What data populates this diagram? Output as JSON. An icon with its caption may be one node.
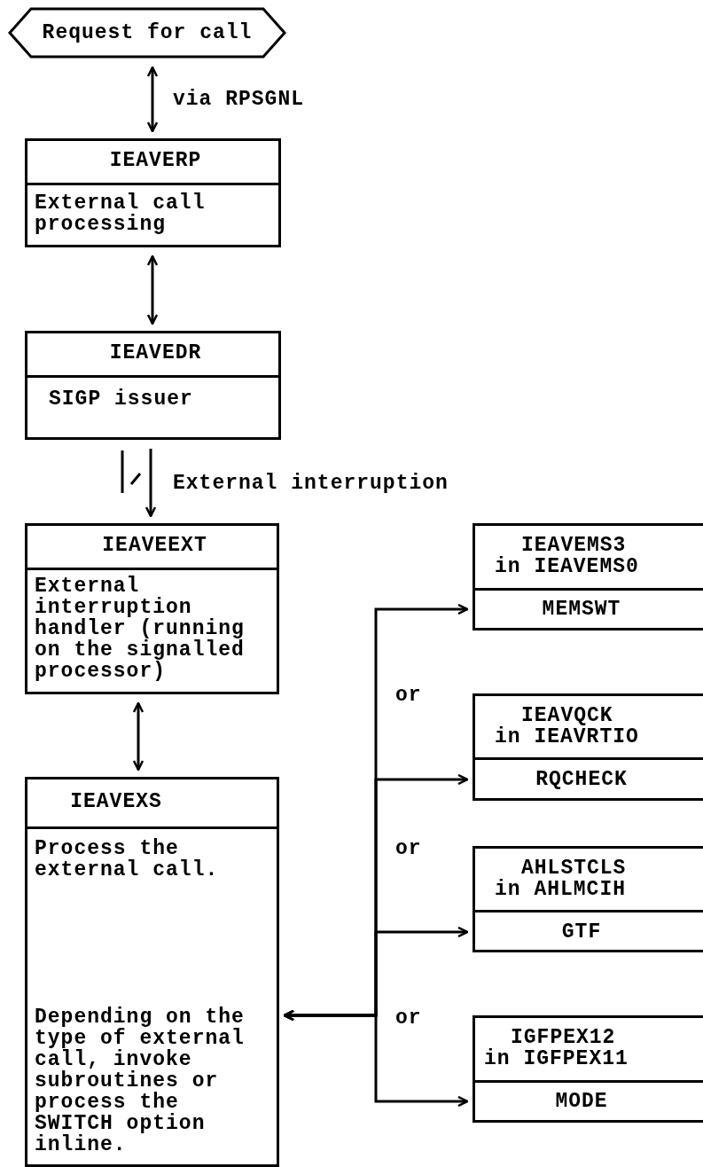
{
  "diagram": {
    "nodes": [
      {
        "text": [
          "Request for call"
        ]
      },
      {
        "text": [
          "IEAVERP",
          "External call processing"
        ]
      },
      {
        "text": [
          "IEAVEDR",
          "SIGP issuer"
        ]
      },
      {
        "text": [
          "IEAVEEXT",
          "External interruption handler (running on the signalled processor)"
        ]
      },
      {
        "text": [
          "IEAVEXS",
          "Process the external call.",
          "Depending on the type of external call, invoke subroutines or process the SWITCH option inline."
        ]
      },
      {
        "text": [
          "IEAVEMS3 in IEAVEMS0",
          "MEMSWT"
        ]
      },
      {
        "text": [
          "IEAVQCK in IEAVRTIO",
          "RQCHECK"
        ]
      },
      {
        "text": [
          "AHLSTCLS in AHLMCIH",
          "GTF"
        ]
      },
      {
        "text": [
          "IGFPEX12 in IGFPEX11",
          "MODE"
        ]
      }
    ],
    "edges": [
      {
        "from": 0,
        "to": 1,
        "arrow": "both",
        "label": "via RPSGNL"
      },
      {
        "from": 1,
        "to": 2,
        "arrow": "both"
      },
      {
        "from": 2,
        "to": 3,
        "arrow": "to",
        "label": "External interruption"
      },
      {
        "from": 3,
        "to": 4,
        "arrow": "both"
      },
      {
        "from": 4,
        "to": 5,
        "arrow": "both"
      },
      {
        "from": 4,
        "to": 6,
        "arrow": "both"
      },
      {
        "from": 4,
        "to": 7,
        "arrow": "both"
      },
      {
        "from": 4,
        "to": 8,
        "arrow": "both"
      }
    ],
    "labels": [
      "or",
      "or",
      "or"
    ]
  }
}
